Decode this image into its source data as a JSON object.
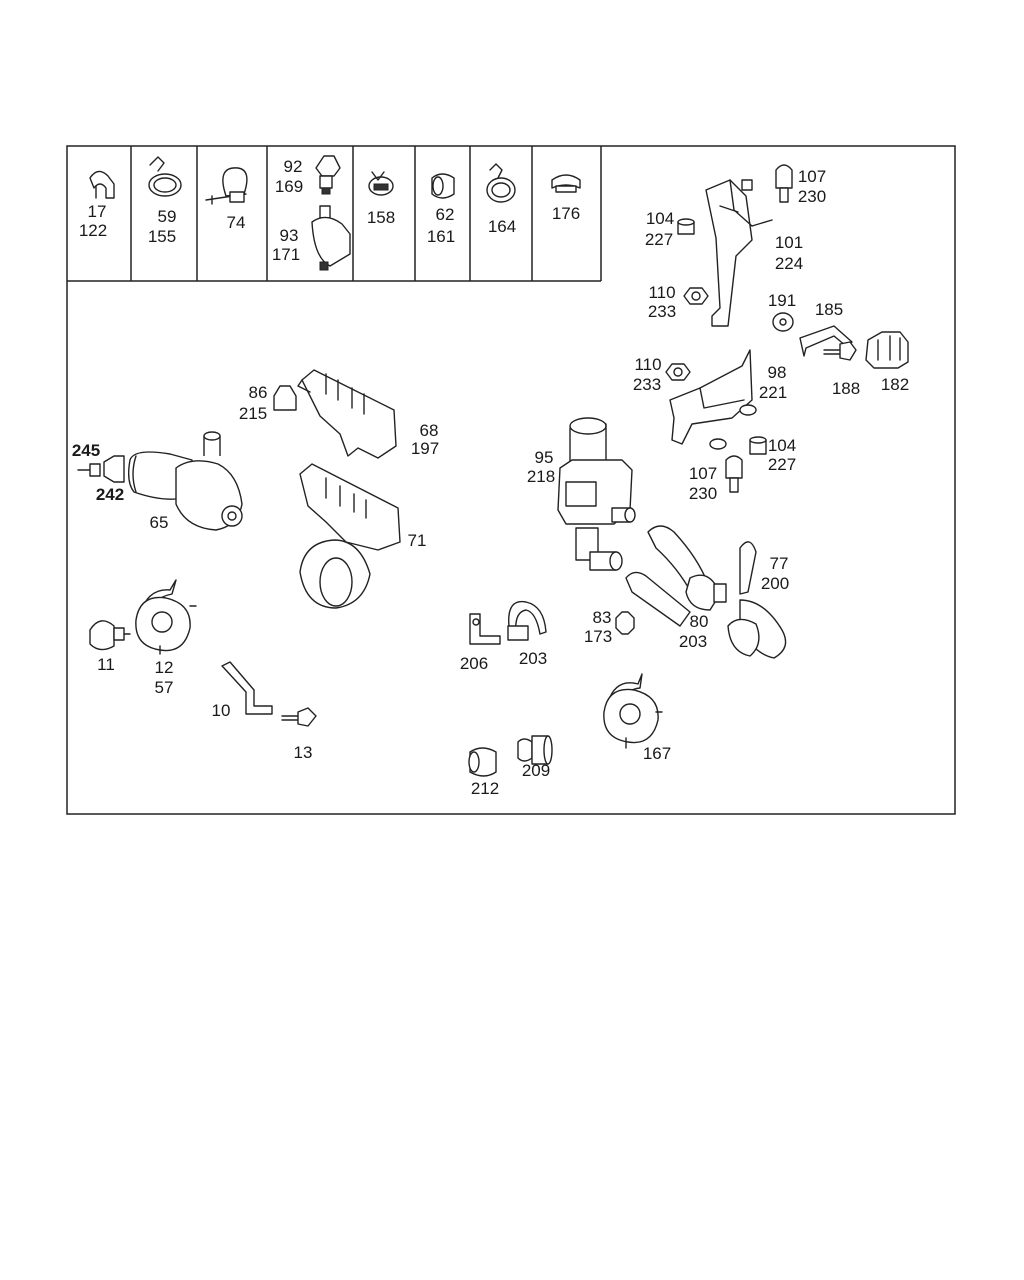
{
  "labels": {
    "h17": "17",
    "h122": "122",
    "h59": "59",
    "h155": "155",
    "h74": "74",
    "h92": "92",
    "h169": "169",
    "h93": "93",
    "h171": "171",
    "h158": "158",
    "h62": "62",
    "h161": "161",
    "h164": "164",
    "h176": "176",
    "p107a": "107",
    "p230a": "230",
    "p104a": "104",
    "p227a": "227",
    "p101": "101",
    "p224": "224",
    "p110a": "110",
    "p233a": "233",
    "p191": "191",
    "p185": "185",
    "p188": "188",
    "p182": "182",
    "p110b": "110",
    "p233b": "233",
    "p98": "98",
    "p221": "221",
    "p104b": "104",
    "p227b": "227",
    "p107b": "107",
    "p230b": "230",
    "p86": "86",
    "p215": "215",
    "p68": "68",
    "p197": "197",
    "p71": "71",
    "p245": "245",
    "p242": "242",
    "p65": "65",
    "p95": "95",
    "p218": "218",
    "p77": "77",
    "p200": "200",
    "p83": "83",
    "p173": "173",
    "p80": "80",
    "p203a": "203",
    "p206": "206",
    "p203b": "203",
    "p11": "11",
    "p12": "12",
    "p57": "57",
    "p10": "10",
    "p13": "13",
    "p212": "212",
    "p209": "209",
    "p167": "167"
  }
}
